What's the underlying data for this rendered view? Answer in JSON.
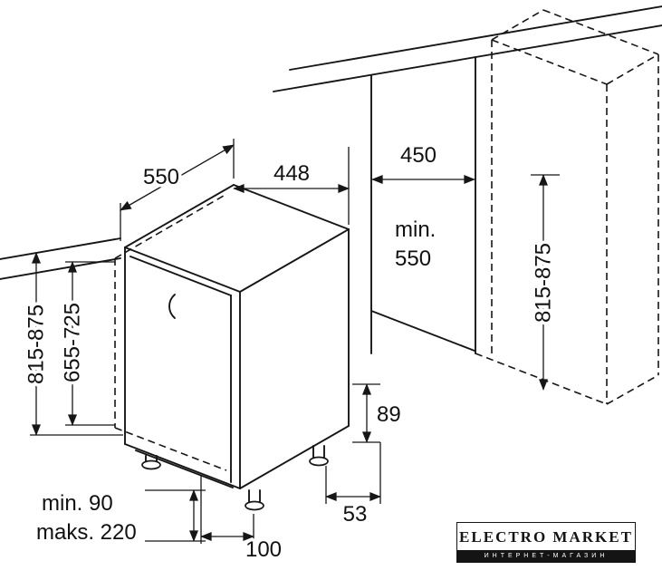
{
  "canvas": {
    "background": "#ffffff",
    "line_color": "#161616"
  },
  "diagram": {
    "labels": {
      "depth": "550",
      "width": "448",
      "niche_width": "450",
      "niche_depth_l1": "min.",
      "niche_depth_l2": "550",
      "height_left": "815-875",
      "panel_height": "655-725",
      "height_right": "815-875",
      "base_height": "89",
      "foot_side_offset": "53",
      "foot_front_offset": "100",
      "plinth_min": "min. 90",
      "plinth_max": "maks. 220"
    }
  },
  "logo": {
    "title": "ELECTRO MARKET",
    "subtitle": "ИНТЕРНЕТ-МАГАЗИН"
  }
}
